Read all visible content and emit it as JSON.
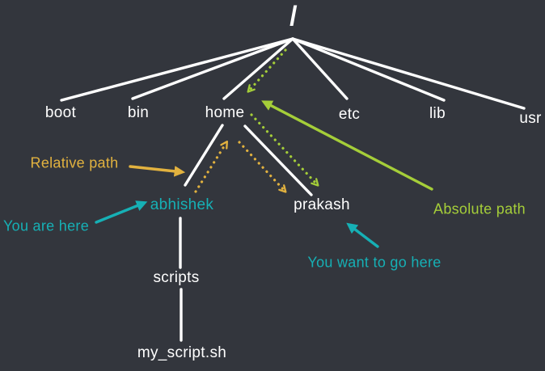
{
  "colors": {
    "background": "#33363d",
    "white": "#ffffff",
    "teal": "#16b0b5",
    "yellow": "#e2b23f",
    "green": "#a5ce39"
  },
  "tree": {
    "root": {
      "label": "/"
    },
    "level1": {
      "boot": {
        "label": "boot"
      },
      "bin": {
        "label": "bin"
      },
      "home": {
        "label": "home"
      },
      "etc": {
        "label": "etc"
      },
      "lib": {
        "label": "lib"
      },
      "usr": {
        "label": "usr"
      }
    },
    "home_children": {
      "abhishek": {
        "label": "abhishek"
      },
      "prakash": {
        "label": "prakash"
      }
    },
    "abhishek_child": {
      "label": "scripts"
    },
    "scripts_child": {
      "label": "my_script.sh"
    }
  },
  "annotations": {
    "relative_path": {
      "label": "Relative path"
    },
    "you_are_here": {
      "label": "You are here"
    },
    "absolute_path": {
      "label": "Absolute path"
    },
    "you_want_to_go_here": {
      "label": "You want to go here"
    }
  }
}
